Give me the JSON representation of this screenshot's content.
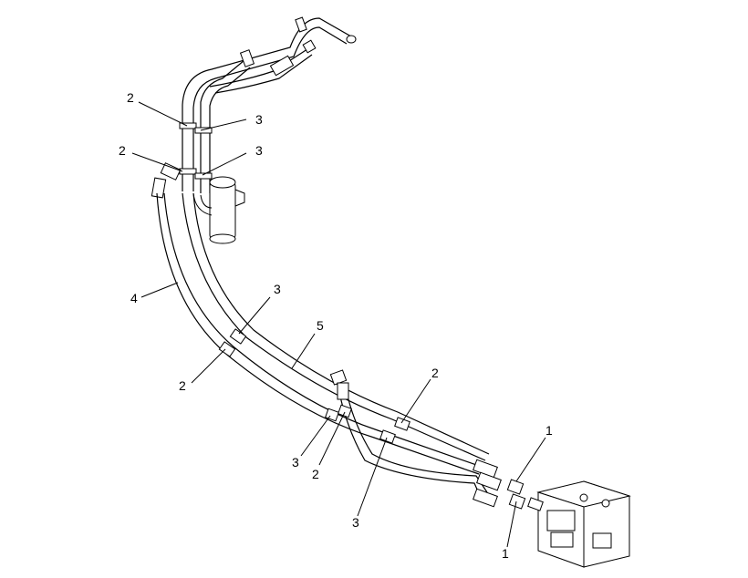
{
  "diagram": {
    "callouts": [
      {
        "id": "c1",
        "text": "2"
      },
      {
        "id": "c2",
        "text": "3"
      },
      {
        "id": "c3",
        "text": "2"
      },
      {
        "id": "c4",
        "text": "3"
      },
      {
        "id": "c5",
        "text": "4"
      },
      {
        "id": "c6",
        "text": "3"
      },
      {
        "id": "c7",
        "text": "5"
      },
      {
        "id": "c8",
        "text": "2"
      },
      {
        "id": "c9",
        "text": "2"
      },
      {
        "id": "c10",
        "text": "1"
      },
      {
        "id": "c11",
        "text": "3"
      },
      {
        "id": "c12",
        "text": "2"
      },
      {
        "id": "c13",
        "text": "3"
      },
      {
        "id": "c14",
        "text": "1"
      }
    ]
  }
}
